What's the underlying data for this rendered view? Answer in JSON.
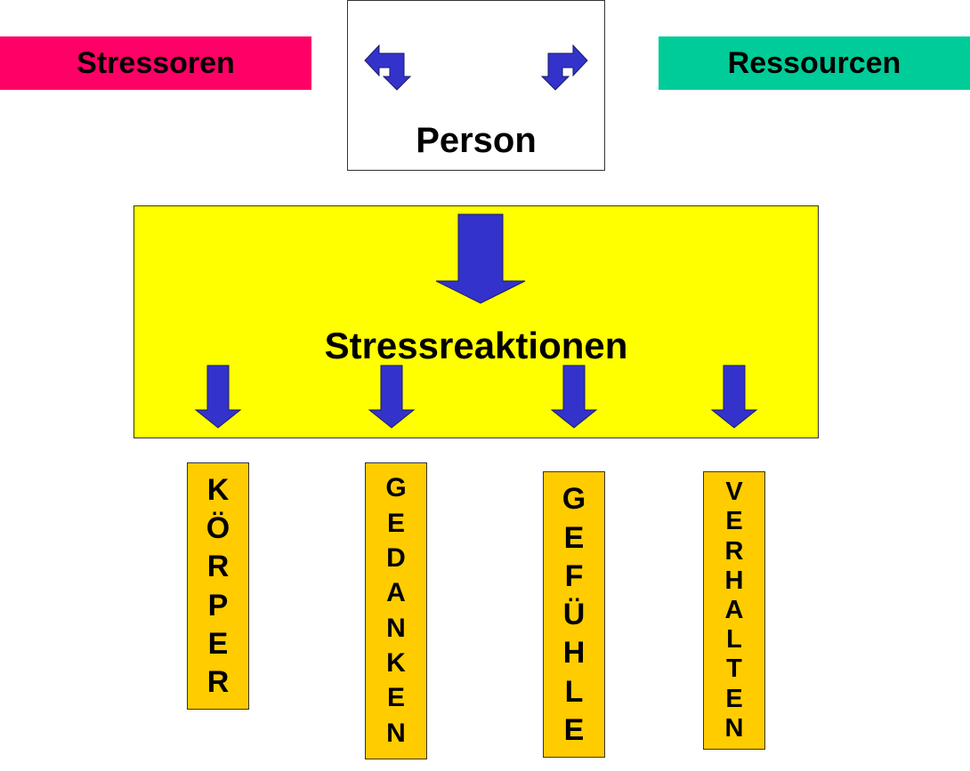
{
  "labels": {
    "stressors": "Stressoren",
    "resources": "Ressourcen",
    "person": "Person",
    "reactions": "Stressreaktionen"
  },
  "columns": [
    {
      "id": "koerper",
      "text": "KÖRPER"
    },
    {
      "id": "gedanken",
      "text": "GEDANKEN"
    },
    {
      "id": "gefuehle",
      "text": "GEFÜHLE"
    },
    {
      "id": "verhalten",
      "text": "VERHALTEN"
    }
  ],
  "colors": {
    "stressors": "#ff0066",
    "resources": "#00cc99",
    "reactions_panel": "#ffff00",
    "columns": "#ffcc00",
    "arrows": "#3333cc"
  }
}
